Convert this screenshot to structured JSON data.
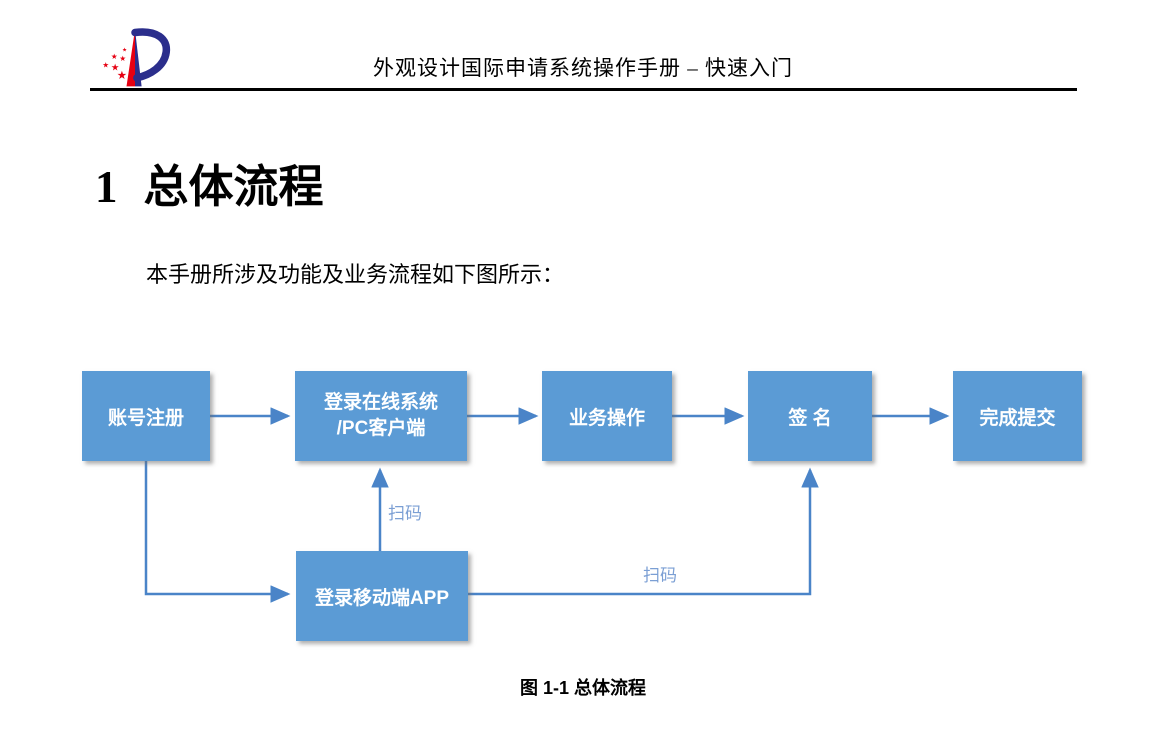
{
  "header": {
    "logo_icon": "cnipa-p-logo-with-stars",
    "title": "外观设计国际申请系统操作手册 – 快速入门"
  },
  "heading": {
    "number": "1",
    "title": "总体流程"
  },
  "body": {
    "paragraph": "本手册所涉及功能及业务流程如下图所示："
  },
  "flowchart": {
    "boxes": [
      {
        "label": "账号注册"
      },
      {
        "label_line1": "登录在线系统",
        "label_line2": "/PC客户端"
      },
      {
        "label": "业务操作"
      },
      {
        "label": "签 名"
      },
      {
        "label": "完成提交"
      },
      {
        "label": "登录移动端APP"
      }
    ],
    "edge_labels": [
      {
        "text": "扫码"
      },
      {
        "text": "扫码"
      }
    ],
    "colors": {
      "box_fill": "#5B9BD5",
      "box_text": "#FFFFFF",
      "arrow": "#4A84C8",
      "edge_label": "#7B9FD4"
    }
  },
  "caption": "图 1-1 总体流程",
  "colors": {
    "header_rule": "#000000",
    "logo_blue": "#2B2E8C",
    "logo_red": "#E60012"
  }
}
